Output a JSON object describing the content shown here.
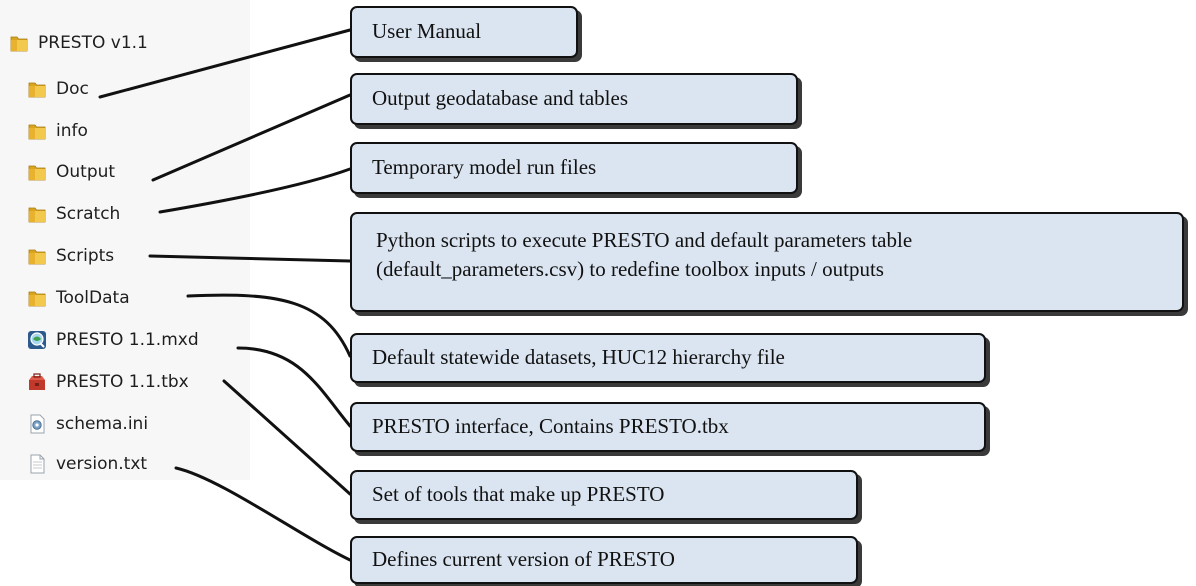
{
  "tree": {
    "root": {
      "label": "PRESTO v1.1",
      "icon": "folder-icon"
    },
    "items": [
      {
        "label": "Doc",
        "icon": "folder-icon"
      },
      {
        "label": "info",
        "icon": "folder-icon"
      },
      {
        "label": "Output",
        "icon": "folder-icon"
      },
      {
        "label": "Scratch",
        "icon": "folder-icon"
      },
      {
        "label": "Scripts",
        "icon": "folder-icon"
      },
      {
        "label": "ToolData",
        "icon": "folder-icon"
      },
      {
        "label": "PRESTO 1.1.mxd",
        "icon": "arcmap-document-icon"
      },
      {
        "label": "PRESTO 1.1.tbx",
        "icon": "toolbox-icon"
      },
      {
        "label": "schema.ini",
        "icon": "settings-file-icon"
      },
      {
        "label": "version.txt",
        "icon": "text-file-icon"
      }
    ]
  },
  "callouts": [
    {
      "for": "Doc",
      "text": "User Manual"
    },
    {
      "for": "Output",
      "text": "Output geodatabase and tables"
    },
    {
      "for": "Scratch",
      "text": "Temporary model run files"
    },
    {
      "for": "Scripts",
      "lines": [
        "Python scripts to execute PRESTO and default parameters table",
        "(default_parameters.csv) to redefine toolbox inputs / outputs"
      ]
    },
    {
      "for": "ToolData",
      "text": "Default statewide datasets, HUC12 hierarchy file"
    },
    {
      "for": "PRESTO 1.1.mxd",
      "text": "PRESTO interface, Contains PRESTO.tbx"
    },
    {
      "for": "PRESTO 1.1.tbx",
      "text": "Set of tools that make up PRESTO"
    },
    {
      "for": "version.txt",
      "text": "Defines current version of PRESTO"
    }
  ],
  "colors": {
    "callout_fill": "#dbe5f1",
    "callout_border": "#111111",
    "folder": "#e8b830"
  }
}
